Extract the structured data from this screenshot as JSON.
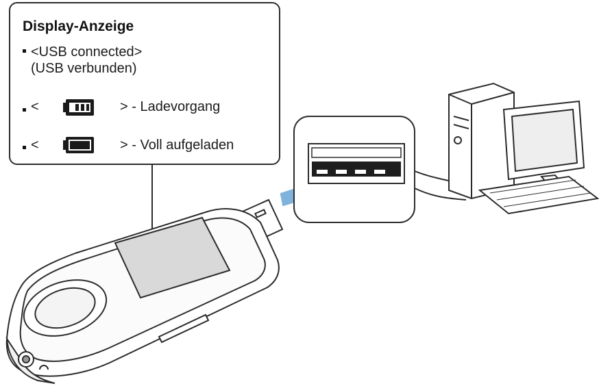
{
  "callout": {
    "title": "Display-Anzeige",
    "items": [
      {
        "line1": "<USB connected>",
        "line2": "(USB verbunden)"
      },
      {
        "prefix": "<",
        "suffix": "> - Ladevorgang",
        "icon": "battery-charging-icon"
      },
      {
        "prefix": "<",
        "suffix": "> - Voll aufgeladen",
        "icon": "battery-full-icon"
      }
    ]
  },
  "colors": {
    "outline": "#2b2b2b",
    "arrow": "#7fb3dc",
    "battery_fill": "#1a1a1a",
    "device_screen": "#d9d9d9"
  }
}
